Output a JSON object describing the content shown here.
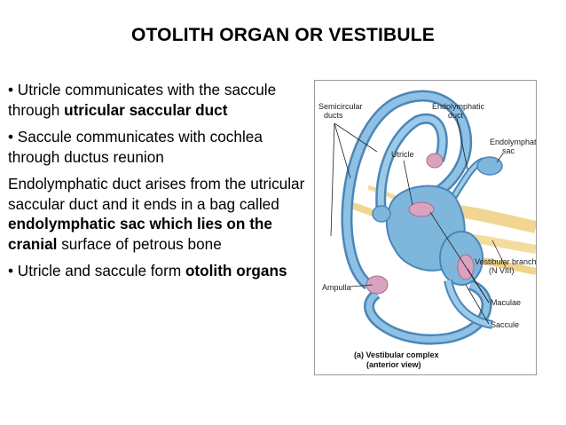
{
  "slide": {
    "title": "OTOLITH ORGAN OR  VESTIBULE",
    "paragraphs": [
      {
        "bullet": "• ",
        "runs": [
          {
            "text": "Utricle communicates with the saccule through ",
            "bold": false
          },
          {
            "text": "utricular saccular duct",
            "bold": true
          }
        ]
      },
      {
        "bullet": "• ",
        "runs": [
          {
            "text": "Saccule communicates with cochlea through ductus reunion",
            "bold": false
          }
        ]
      },
      {
        "bullet": "",
        "runs": [
          {
            "text": "Endolymphatic duct arises from the utricular saccular duct and it ends in a bag called ",
            "bold": false
          },
          {
            "text": "endolymphatic sac which lies on the cranial",
            "bold": true
          },
          {
            "text": "  surface of petrous bone",
            "bold": false
          }
        ]
      },
      {
        "bullet": "• ",
        "runs": [
          {
            "text": "Utricle and saccule form ",
            "bold": false
          },
          {
            "text": "otolith organs",
            "bold": true
          }
        ]
      }
    ]
  },
  "figure": {
    "labels": {
      "semicircular": [
        "Semicircular",
        "ducts"
      ],
      "endo_duct": [
        "Endolymphatic",
        "duct"
      ],
      "endo_sac": [
        "Endolymphatic",
        "sac"
      ],
      "utricle": "Utricle",
      "vestibular_branch": [
        "Vestibular branch",
        "(N VIII)"
      ],
      "ampulla": "Ampulla",
      "maculae": "Maculae",
      "saccule": "Saccule"
    },
    "caption": [
      "(a) Vestibular complex",
      "(anterior view)"
    ],
    "colors": {
      "membrane": "#7fb6dc",
      "membrane_dark": "#4a86b8",
      "nerve": "#f0d690",
      "macula": "#d9a3c0"
    }
  }
}
